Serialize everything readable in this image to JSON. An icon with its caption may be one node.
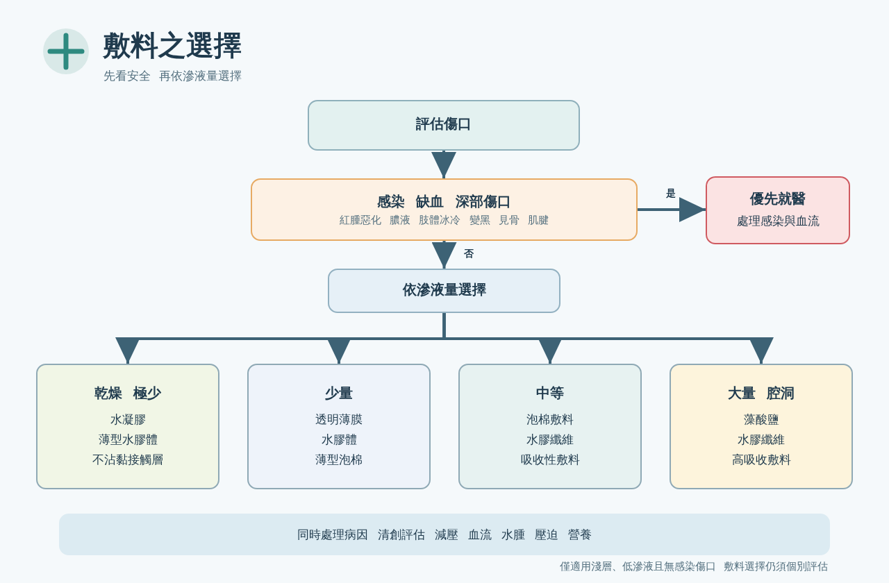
{
  "diagram": {
    "title": "敷料之選擇",
    "nodes": [
      {
        "text": [
          "評估傷口"
        ]
      },
      {
        "text": [
          "感染 缺血 深部傷口",
          "紅腫惡化 膿液 肢體冰冷 變黑 見骨 肌腱"
        ]
      },
      {
        "text": [
          "優先就醫",
          "處理感染與血流"
        ]
      },
      {
        "text": [
          "依滲液量選擇"
        ]
      },
      {
        "text": [
          "乾燥 極少",
          "水凝膠",
          "薄型水膠體",
          "不沾黏接觸層"
        ]
      },
      {
        "text": [
          "少量",
          "透明薄膜",
          "水膠體",
          "薄型泡棉"
        ]
      },
      {
        "text": [
          "中等",
          "泡棉敷料",
          "水膠纖維",
          "吸收性敷料"
        ]
      },
      {
        "text": [
          "大量 腔洞",
          "藻酸鹽",
          "水膠纖維",
          "高吸收敷料"
        ]
      },
      {
        "text": [
          "同時處理病因 清創評估 減壓 血流 水腫 壓迫 營養"
        ]
      }
    ],
    "edges": [
      {
        "from": 0,
        "to": 1,
        "arrow": "to"
      },
      {
        "from": 1,
        "to": 2,
        "arrow": "to",
        "label": "是"
      },
      {
        "from": 1,
        "to": 3,
        "arrow": "to",
        "label": "否"
      },
      {
        "from": 3,
        "to": 4,
        "arrow": "to"
      },
      {
        "from": 3,
        "to": 5,
        "arrow": "to"
      },
      {
        "from": 3,
        "to": 6,
        "arrow": "to"
      },
      {
        "from": 3,
        "to": 7,
        "arrow": "to"
      }
    ],
    "labels": [
      "先看安全 再依滲液量選擇",
      "僅適用淺層、低滲液且無感染傷口 敷料選擇仍須個別評估"
    ]
  }
}
